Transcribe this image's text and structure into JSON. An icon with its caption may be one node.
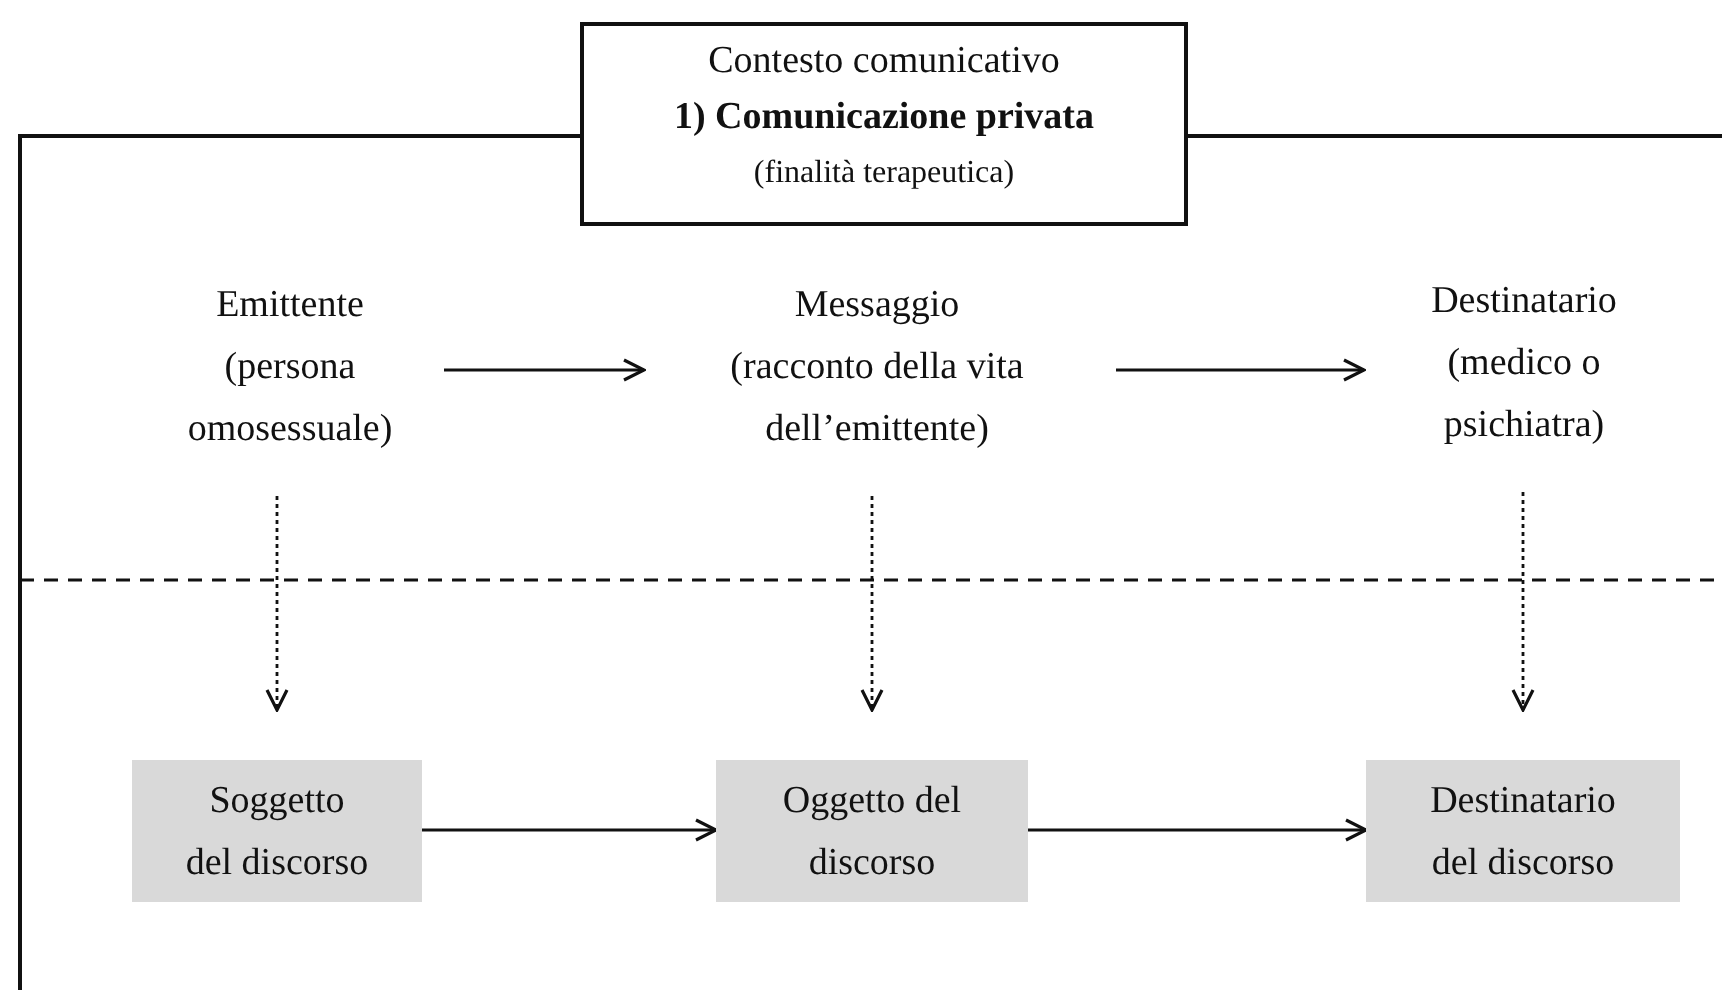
{
  "diagram": {
    "nodes": [
      {
        "text": [
          "Contesto comunicativo",
          "1) Comunicazione privata",
          "(finalità terapeutica)"
        ]
      },
      {
        "text": [
          "Emittente",
          "(persona omosessuale)"
        ]
      },
      {
        "text": [
          "Messaggio",
          "(racconto della vita dell’emittente)"
        ]
      },
      {
        "text": [
          "Destinatario",
          "(medico o psichiatra)"
        ]
      },
      {
        "text": [
          "Soggetto del discorso"
        ]
      },
      {
        "text": [
          "Oggetto del discorso"
        ]
      },
      {
        "text": [
          "Destinatario del discorso"
        ]
      }
    ],
    "edges": [
      {
        "from": 1,
        "to": 2,
        "arrow": "to"
      },
      {
        "from": 2,
        "to": 3,
        "arrow": "to"
      },
      {
        "from": 1,
        "to": 4,
        "arrow": "to",
        "style": "dashed"
      },
      {
        "from": 2,
        "to": 5,
        "arrow": "to",
        "style": "dashed"
      },
      {
        "from": 3,
        "to": 6,
        "arrow": "to",
        "style": "dashed"
      },
      {
        "from": 4,
        "to": 5,
        "arrow": "to"
      },
      {
        "from": 5,
        "to": 6,
        "arrow": "to"
      }
    ]
  }
}
